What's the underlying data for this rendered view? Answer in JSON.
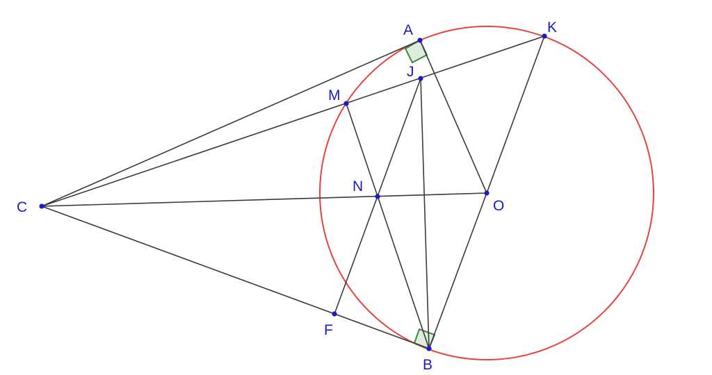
{
  "diagram": {
    "colors": {
      "circle": "#e8423f",
      "segment": "#3a3a3a",
      "point": "#1a1acc",
      "label": "#1a1acc",
      "right_angle": "#3f8a3f"
    },
    "points": {
      "A": "A",
      "B": "B",
      "C": "C",
      "O": "O",
      "K": "K",
      "J": "J",
      "M": "M",
      "N": "N",
      "F": "F"
    },
    "segments": [
      [
        "C",
        "A"
      ],
      [
        "C",
        "B"
      ],
      [
        "C",
        "K"
      ],
      [
        "C",
        "O"
      ],
      [
        "A",
        "O"
      ],
      [
        "O",
        "B"
      ],
      [
        "O",
        "K"
      ],
      [
        "J",
        "B"
      ],
      [
        "J",
        "F"
      ],
      [
        "M",
        "B"
      ]
    ],
    "circle": {
      "center": "O",
      "through": [
        "A",
        "B",
        "K",
        "M"
      ]
    },
    "right_angles": [
      {
        "vertex": "A",
        "between": [
          "C",
          "O"
        ]
      },
      {
        "vertex": "B",
        "between": [
          "C",
          "O"
        ]
      }
    ]
  }
}
